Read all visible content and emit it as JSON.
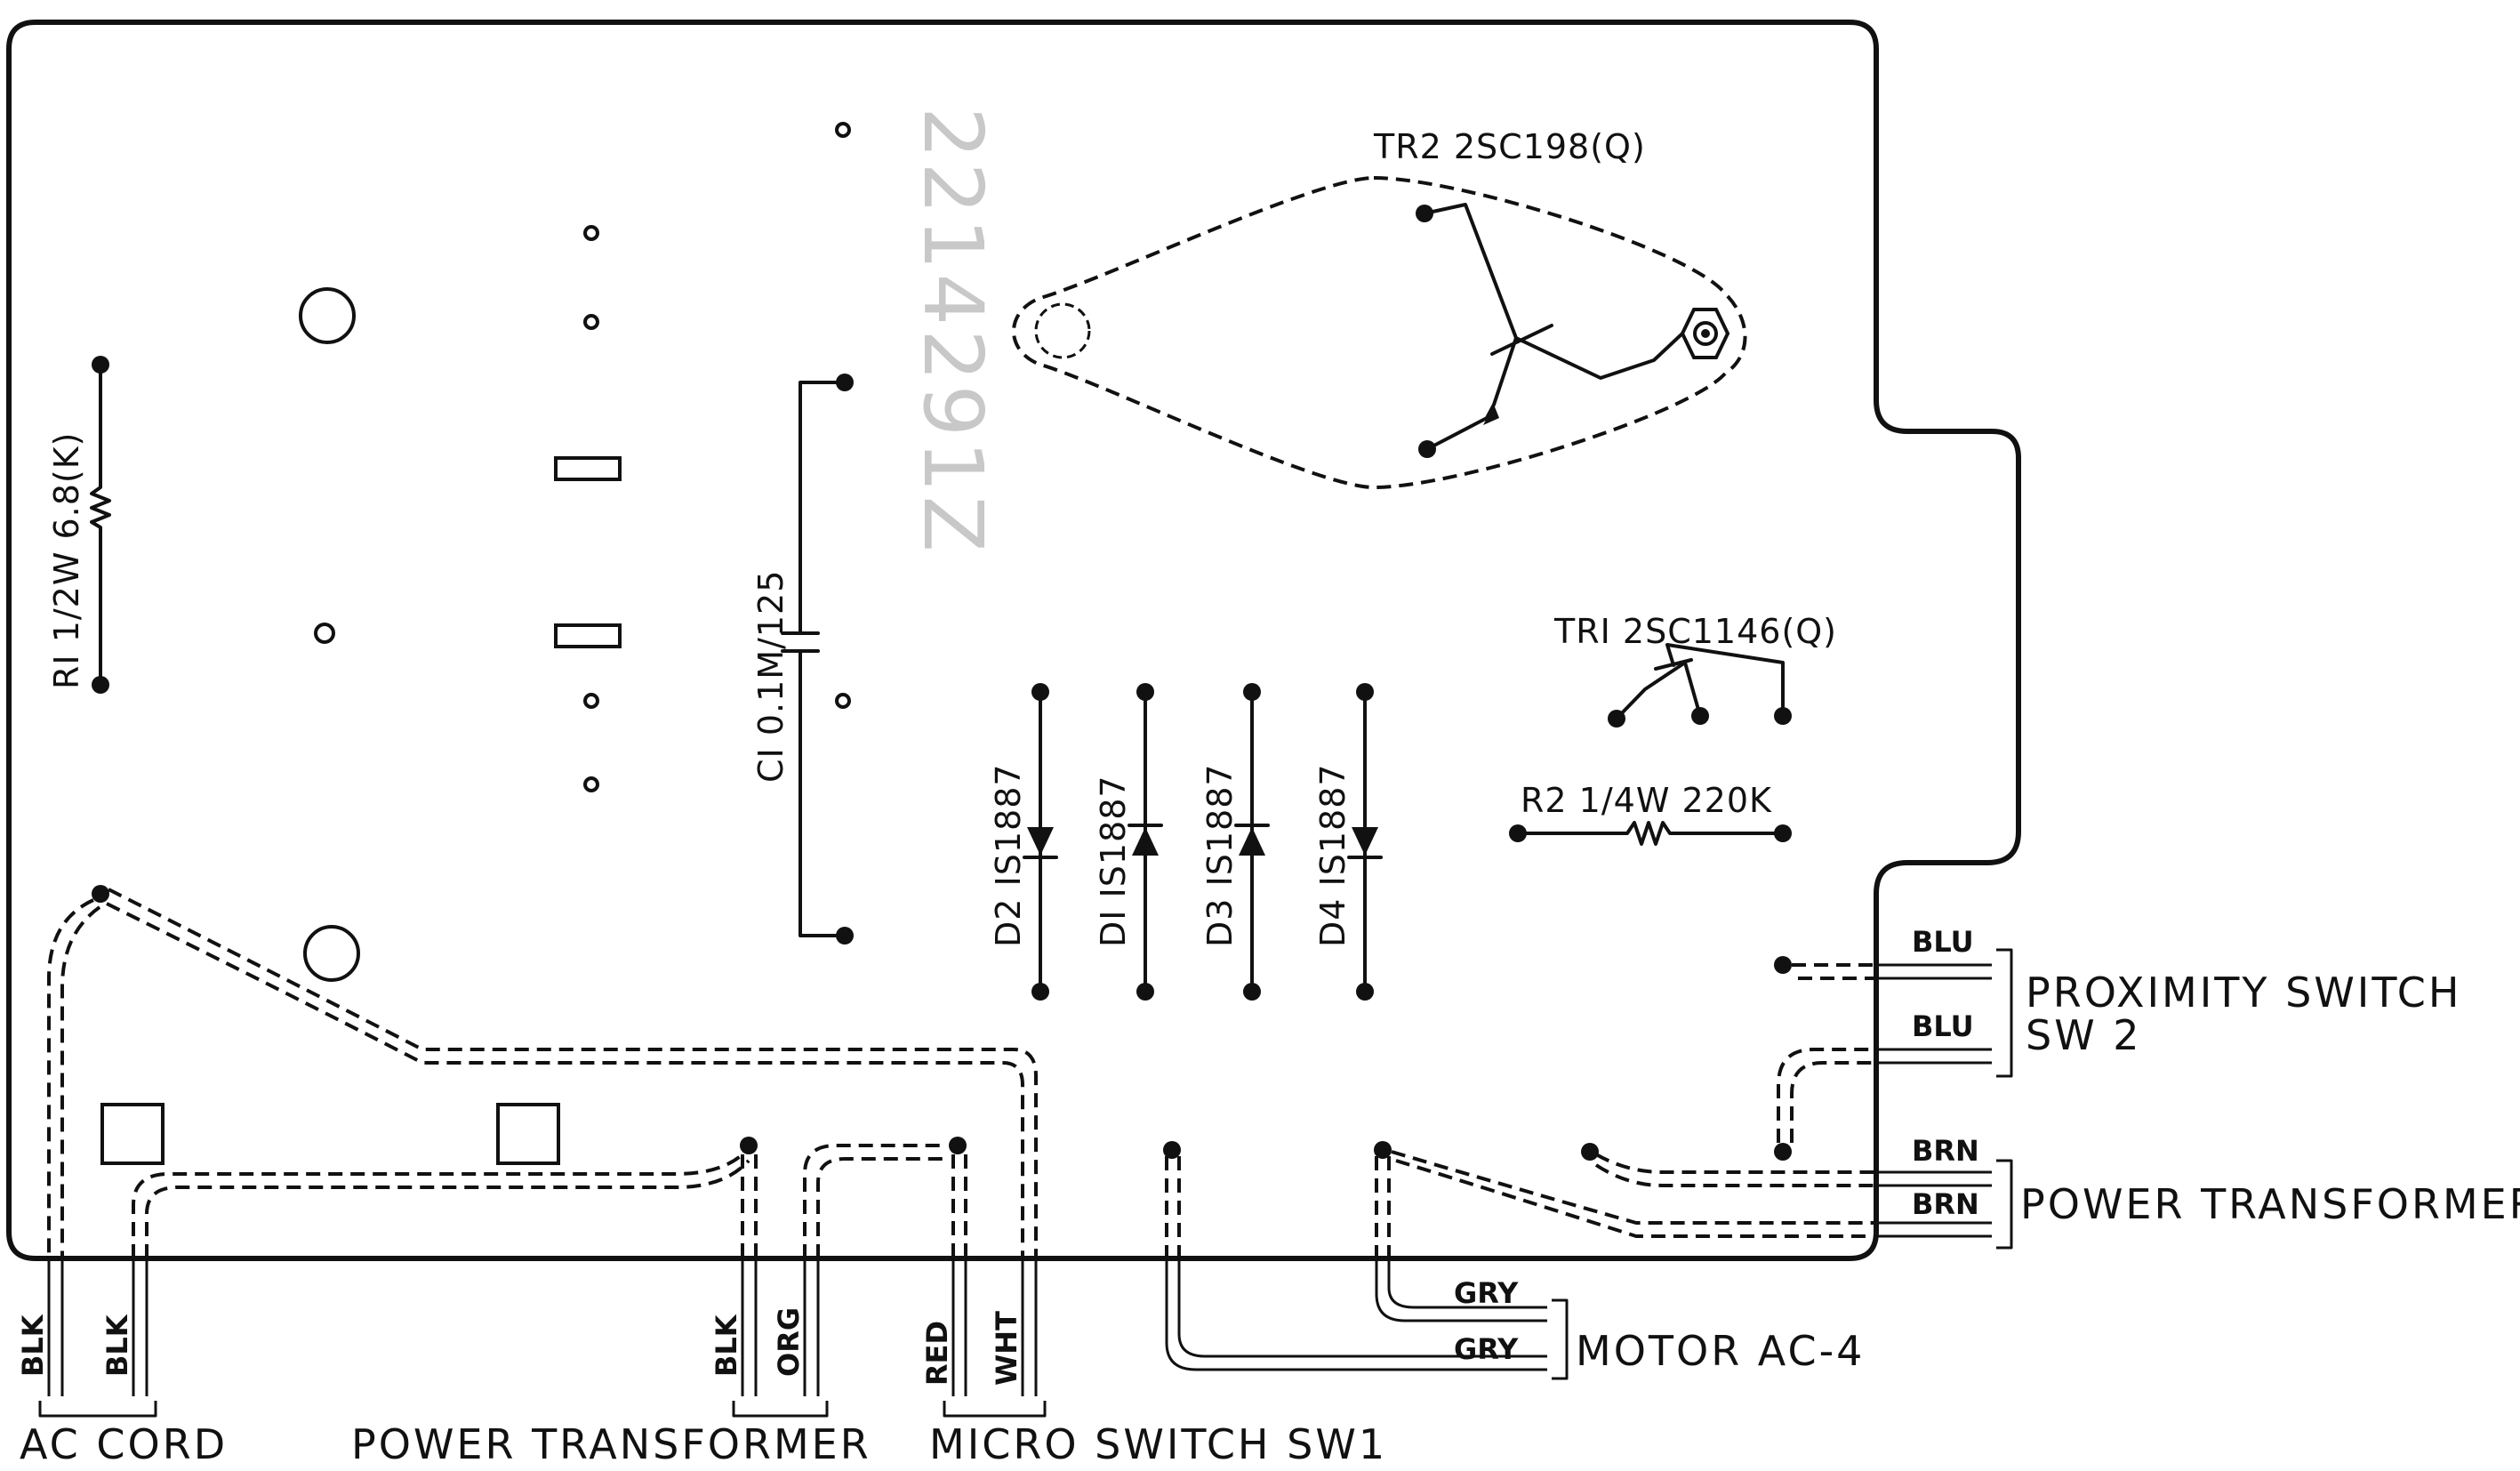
{
  "components": {
    "tr2": "TR2  2SC198(Q)",
    "tr1": "TRI  2SC1146(Q)",
    "r1": "RI  1/2W  6.8(K)",
    "r2": "R2  1/4W  220K",
    "c1": "CI  0.1M/125",
    "d1": "DI  IS1887",
    "d2": "D2  IS1887",
    "d3": "D3  IS1887",
    "d4": "D4  IS1887"
  },
  "board_stamp": "2214291Z",
  "wires": {
    "blu_1": "BLU",
    "blu_2": "BLU",
    "brn_1": "BRN",
    "brn_2": "BRN",
    "gry_1": "GRY",
    "gry_2": "GRY",
    "ac_blk_1": "BLK",
    "ac_blk_2": "BLK",
    "pt_blk": "BLK",
    "pt_org": "ORG",
    "ms_red": "RED",
    "ms_wht": "WHT"
  },
  "connections": {
    "proximity_switch_line1": "PROXIMITY  SWITCH",
    "proximity_switch_line2": "SW 2",
    "power_transformer_right": "POWER  TRANSFORMER",
    "motor": "MOTOR  AC-4",
    "ac_cord": "AC  CORD",
    "power_transformer_bottom": "POWER  TRANSFORMER",
    "micro_switch": "MICRO  SWITCH  SW1"
  }
}
